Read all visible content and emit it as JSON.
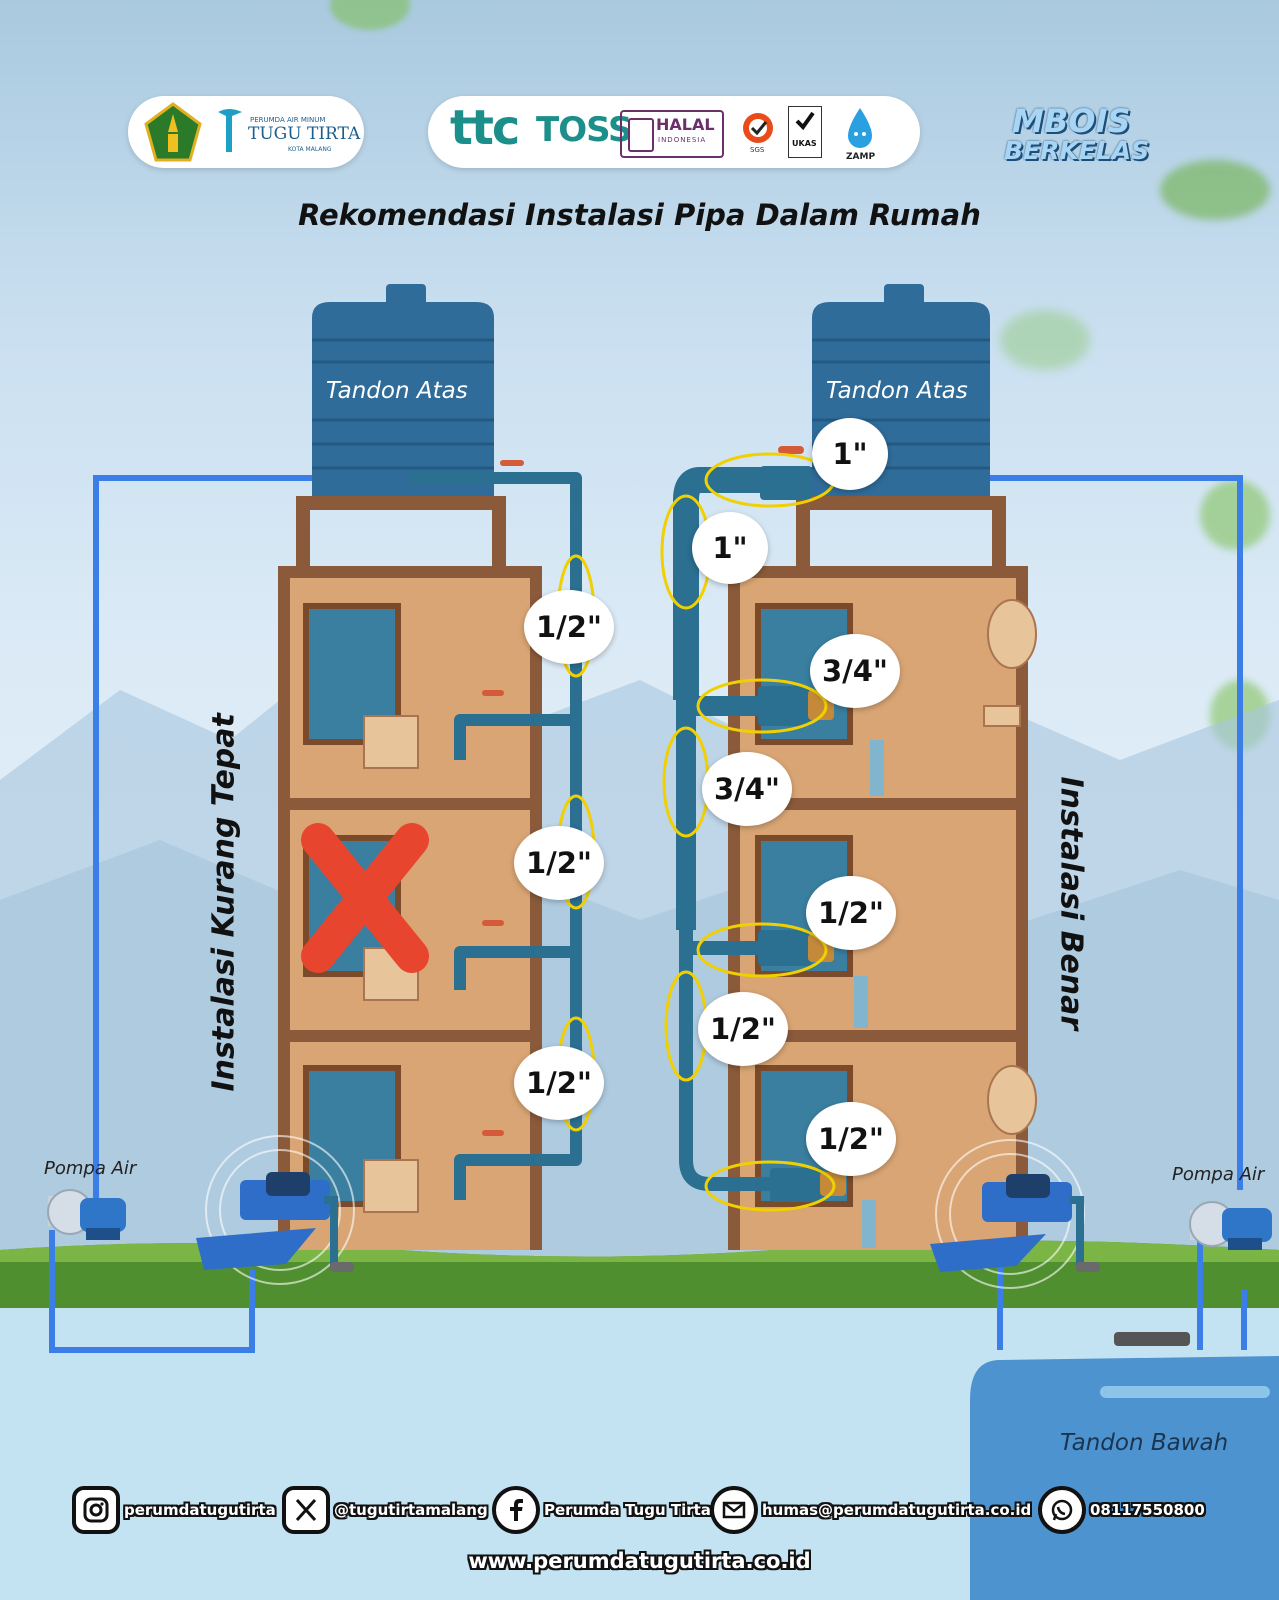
{
  "header": {
    "pemkot_logo": "city-emblem-icon",
    "tugu_tirta_small": "PERUMDA AIR MINUM",
    "tugu_tirta": "TUGU TIRTA",
    "tugu_tirta_sub": "KOTA MALANG",
    "ttc": "ttc",
    "toss": "TOSS",
    "halal": "HALAL",
    "halal_sub": "INDONESIA",
    "sgs": "SGS",
    "ukas": "UKAS",
    "zamp": "ZAMP",
    "mbois_line1": "MBOIS",
    "mbois_line2": "BERKELAS"
  },
  "title": "Rekomendasi Instalasi Pipa Dalam Rumah",
  "left": {
    "tank_label": "Tandon Atas",
    "vertical_label": "Instalasi Kurang Tepat",
    "pump_label": "Pompa Air",
    "sizes": [
      "1/2\"",
      "1/2\"",
      "1/2\""
    ]
  },
  "right": {
    "tank_label": "Tandon Atas",
    "vertical_label": "Instalasi Benar",
    "pump_label": "Pompa Air",
    "sizes": [
      "1\"",
      "1\"",
      "3/4\"",
      "3/4\"",
      "1/2\"",
      "1/2\"",
      "1/2\""
    ],
    "bottom_tank_label": "Tandon Bawah"
  },
  "footer": {
    "instagram": "perumdatugutirta",
    "twitter": "@tugutirtamalang",
    "facebook": "Perumda Tugu Tirta",
    "email": "humas@perumdatugutirta.co.id",
    "whatsapp": "08117550800",
    "website": "www.perumdatugutirta.co.id"
  },
  "colors": {
    "pipe_blue": "#3b7ee8",
    "pipe_dark": "#2b6f91",
    "tank_blue": "#2f6c9a",
    "wall": "#d9a574",
    "grass": "#4f8f2f",
    "highlight": "#f0d000",
    "cross": "#e8452f"
  }
}
